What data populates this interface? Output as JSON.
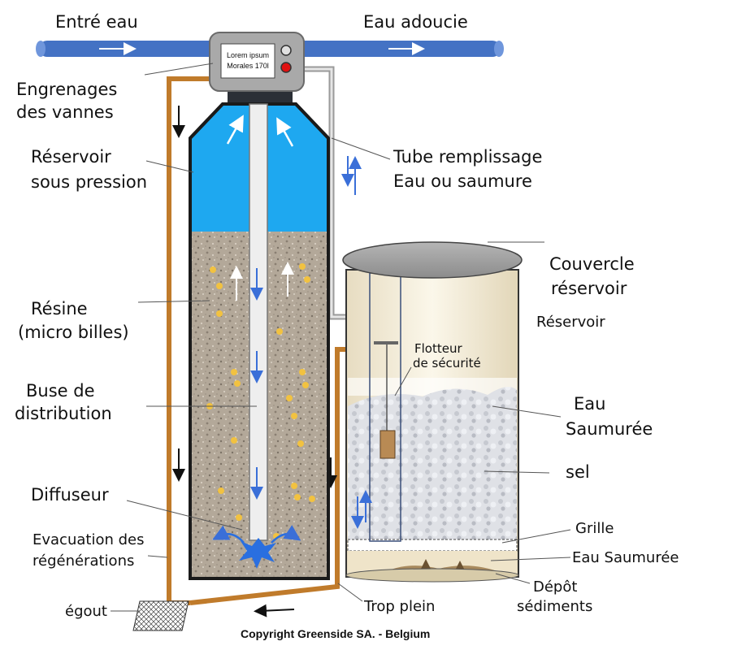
{
  "labels": {
    "entree_eau": "Entré eau",
    "eau_adoucie": "Eau adoucie",
    "engrenages_1": "Engrenages",
    "engrenages_2": "des vannes",
    "reservoir_pression_1": "Réservoir",
    "reservoir_pression_2": "sous pression",
    "tube_remplissage_1": "Tube remplissage",
    "tube_remplissage_2": "Eau ou saumure",
    "couvercle_1": "Couvercle",
    "couvercle_2": "réservoir",
    "reservoir": "Réservoir",
    "resine_1": "Résine",
    "resine_2": "(micro billes)",
    "flotteur_1": "Flotteur",
    "flotteur_2": "de sécurité",
    "buse_1": "Buse de",
    "buse_2": "distribution",
    "eau_saumuree_1": "Eau",
    "eau_saumuree_2": "Saumurée",
    "sel": "sel",
    "diffuseur": "Diffuseur",
    "grille": "Grille",
    "eau_saumuree_bas": "Eau Saumurée",
    "evacuation_1": "Evacuation des",
    "evacuation_2": "régénérations",
    "depot_1": "Dépôt",
    "depot_2": "sédiments",
    "egout": "égout",
    "trop_plein": "Trop plein"
  },
  "controller_display": {
    "line1": "Lorem ipsum",
    "line2": "Morales 170l"
  },
  "copyright": "Copyright Greenside SA. - Belgium",
  "colors": {
    "pipe_blue": "#4472c4",
    "drain_orange": "#c07b2b",
    "water_blue": "#1ea8f0",
    "resin_gravel": "#b0a597",
    "bead_yellow": "#f2c240",
    "brine_tank": "#f3ecd8",
    "valve_red": "#e01010"
  }
}
